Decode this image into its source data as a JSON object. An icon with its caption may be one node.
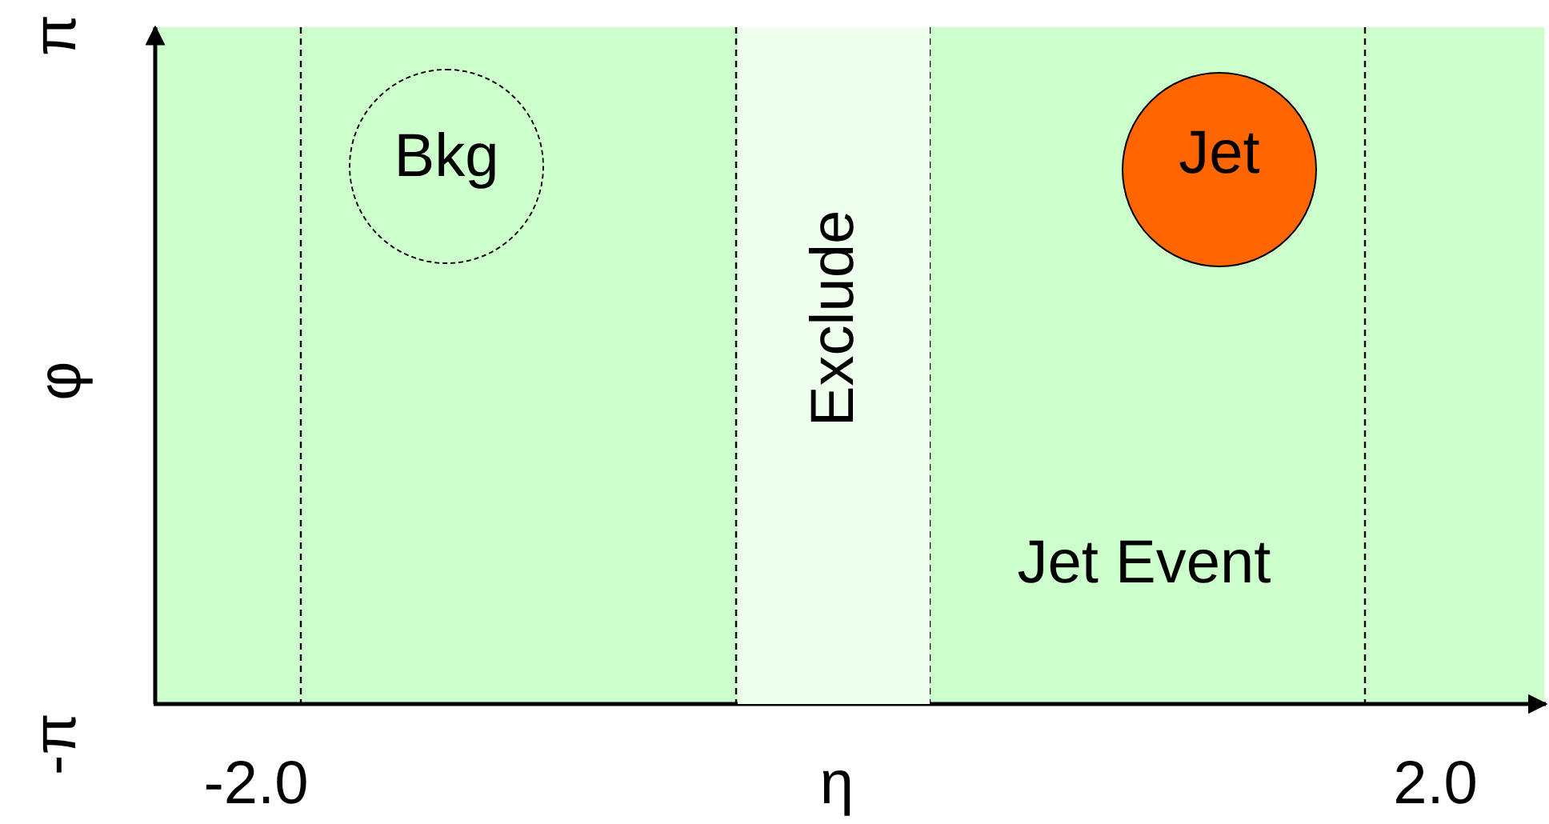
{
  "diagram": {
    "nodes": [
      {
        "text": [
          "Exclude"
        ]
      },
      {
        "text": [
          "Bkg"
        ]
      },
      {
        "text": [
          "Jet"
        ]
      }
    ],
    "labels": [
      "π",
      "φ",
      "-π",
      "Jet Event",
      "-2.0",
      "η",
      "2.0"
    ]
  }
}
